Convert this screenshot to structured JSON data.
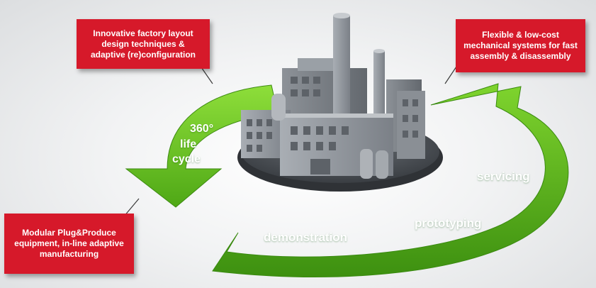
{
  "callouts": {
    "top_left": "Innovative factory layout\ndesign techniques &\nadaptive (re)configuration",
    "top_right": "Flexible & low-cost\nmechanical  systems for fast\nassembly & disassembly",
    "bottom_left": "Modular Plug&Produce\nequipment, in-line adaptive\nmanufacturing"
  },
  "cycle": {
    "label_360": "360°",
    "label_life": "life",
    "label_cycle": "cycle",
    "servicing": "servicing",
    "prototyping": "prototyping",
    "demonstration": "demonstration"
  },
  "colors": {
    "callout_red": "#d6192a",
    "arrow_green": "#6cc51f",
    "arrow_green_dark": "#3f8e12",
    "factory_gray": "#8e9399"
  }
}
